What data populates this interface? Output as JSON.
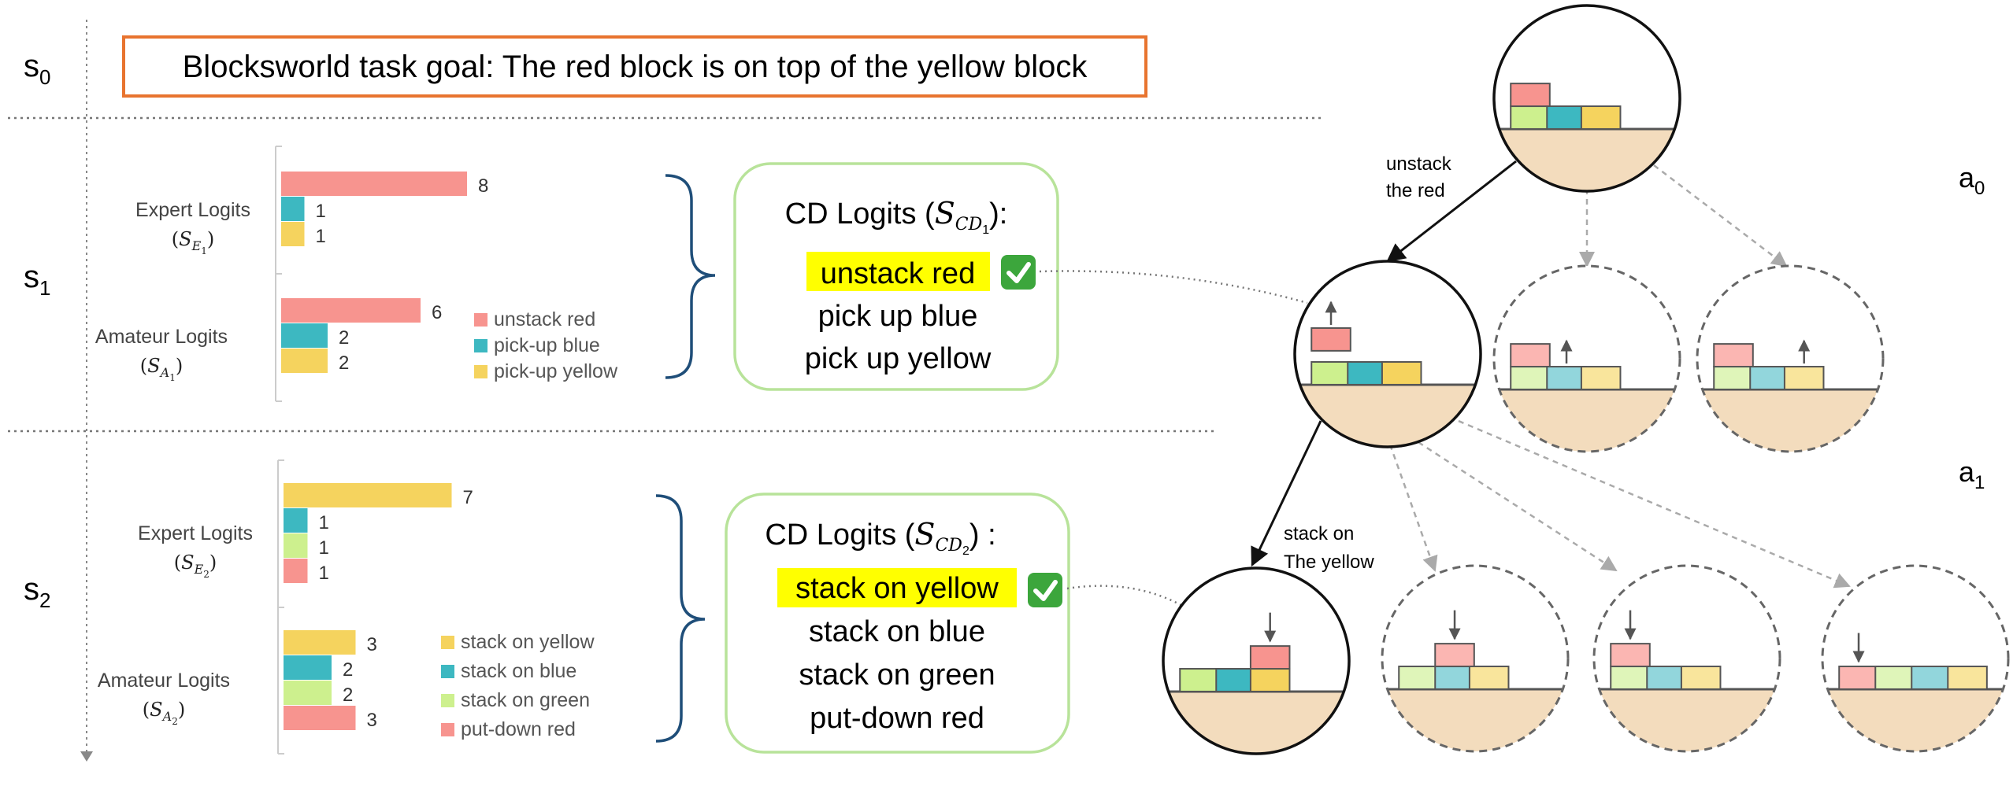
{
  "goal": {
    "state_label": "s",
    "state_sub": "0",
    "text": "Blocksworld task goal: The red block is on top of the yellow block"
  },
  "colors": {
    "red": "#f7948f",
    "teal": "#3db8c1",
    "yellow": "#f5d35e",
    "green": "#cdf08e",
    "goal_border": "#e8742f",
    "cd_border": "#b8e39a",
    "highlight": "#ffff00",
    "brace": "#1f4e79",
    "ground": "#f3dcbd"
  },
  "step1": {
    "state_label": "s",
    "state_sub": "1",
    "expert_label": "Expert Logits",
    "expert_sym": "S",
    "expert_sub": "E",
    "expert_subsub": "1",
    "amateur_label": "Amateur Logits",
    "amateur_sym": "S",
    "amateur_sub": "A",
    "amateur_subsub": "1",
    "legend": [
      {
        "label": "unstack red",
        "color": "#f7948f"
      },
      {
        "label": "pick-up blue",
        "color": "#3db8c1"
      },
      {
        "label": "pick-up yellow",
        "color": "#f5d35e"
      }
    ],
    "cd_title_prefix": "CD Logits (",
    "cd_sym": "S",
    "cd_sub": "CD",
    "cd_subsub": "1",
    "cd_title_suffix": "):",
    "cd_items": [
      {
        "label": "unstack red",
        "selected": true
      },
      {
        "label": "pick up blue",
        "selected": false
      },
      {
        "label": "pick up yellow",
        "selected": false
      }
    ]
  },
  "step2": {
    "state_label": "s",
    "state_sub": "2",
    "expert_label": "Expert Logits",
    "expert_sym": "S",
    "expert_sub": "E",
    "expert_subsub": "2",
    "amateur_label": "Amateur Logits",
    "amateur_sym": "S",
    "amateur_sub": "A",
    "amateur_subsub": "2",
    "legend": [
      {
        "label": "stack on yellow",
        "color": "#f5d35e"
      },
      {
        "label": "stack on blue",
        "color": "#3db8c1"
      },
      {
        "label": "stack on green",
        "color": "#cdf08e"
      },
      {
        "label": "put-down red",
        "color": "#f7948f"
      }
    ],
    "cd_title_prefix": "CD Logits (",
    "cd_sym": "S",
    "cd_sub": "CD",
    "cd_subsub": "2",
    "cd_title_suffix": ") :",
    "cd_items": [
      {
        "label": "stack on yellow",
        "selected": true
      },
      {
        "label": "stack on blue",
        "selected": false
      },
      {
        "label": "stack on green",
        "selected": false
      },
      {
        "label": "put-down red",
        "selected": false
      }
    ]
  },
  "chart_data": [
    {
      "type": "bar",
      "orientation": "horizontal",
      "groups": [
        {
          "name": "Expert Logits",
          "categories": [
            "unstack red",
            "pick-up blue",
            "pick-up yellow"
          ],
          "values": [
            8,
            1,
            1
          ],
          "colors": [
            "#f7948f",
            "#3db8c1",
            "#f5d35e"
          ]
        },
        {
          "name": "Amateur Logits",
          "categories": [
            "unstack red",
            "pick-up blue",
            "pick-up yellow"
          ],
          "values": [
            6,
            2,
            2
          ],
          "colors": [
            "#f7948f",
            "#3db8c1",
            "#f5d35e"
          ]
        }
      ]
    },
    {
      "type": "bar",
      "orientation": "horizontal",
      "groups": [
        {
          "name": "Expert Logits",
          "categories": [
            "stack on yellow",
            "stack on blue",
            "stack on green",
            "put-down red"
          ],
          "values": [
            7,
            1,
            1,
            1
          ],
          "colors": [
            "#f5d35e",
            "#3db8c1",
            "#cdf08e",
            "#f7948f"
          ]
        },
        {
          "name": "Amateur Logits",
          "categories": [
            "stack on yellow",
            "stack on blue",
            "stack on green",
            "put-down red"
          ],
          "values": [
            3,
            2,
            2,
            3
          ],
          "colors": [
            "#f5d35e",
            "#3db8c1",
            "#cdf08e",
            "#f7948f"
          ]
        }
      ]
    }
  ],
  "tree": {
    "action_label_0": "a",
    "action_sub_0": "0",
    "action_label_1": "a",
    "action_sub_1": "1",
    "edge_label_1_line1": "unstack",
    "edge_label_1_line2": "the red",
    "edge_label_2_line1": "stack on",
    "edge_label_2_line2": "The yellow"
  },
  "checkmark": "✅"
}
